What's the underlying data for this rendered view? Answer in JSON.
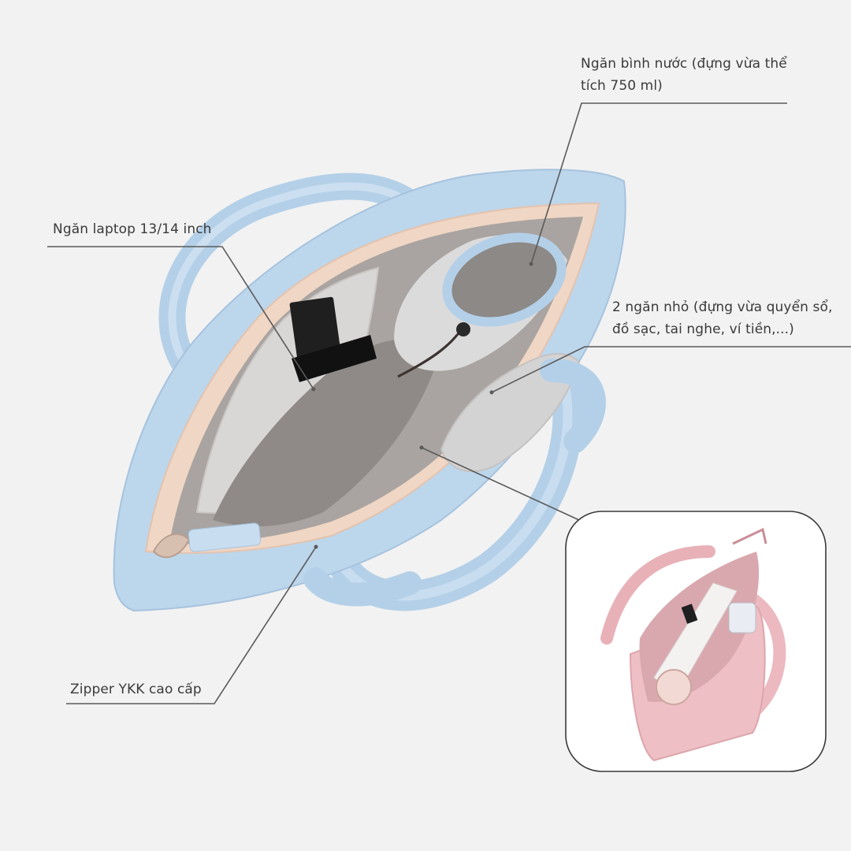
{
  "labels": {
    "water_bottle": {
      "line1": "Ngăn bình nước (đựng vừa thể",
      "line2": "tích 750 ml)"
    },
    "laptop": "Ngăn laptop 13/14 inch",
    "small_pockets": {
      "line1": "2 ngăn nhỏ (đựng vừa quyển sổ,",
      "line2": "đồ sạc, tai nghe, ví tiền,...)"
    },
    "zipper": "Zipper YKK cao cấp"
  },
  "colors": {
    "background": "#f2f2f2",
    "bag_blue": "#bcd6ec",
    "bag_pink": "#eebfc4",
    "lining": "#a9a4a1",
    "zipper_tape": "#f0d6c4",
    "callout_line": "#5a5a5a",
    "text": "#3a3a3a"
  }
}
